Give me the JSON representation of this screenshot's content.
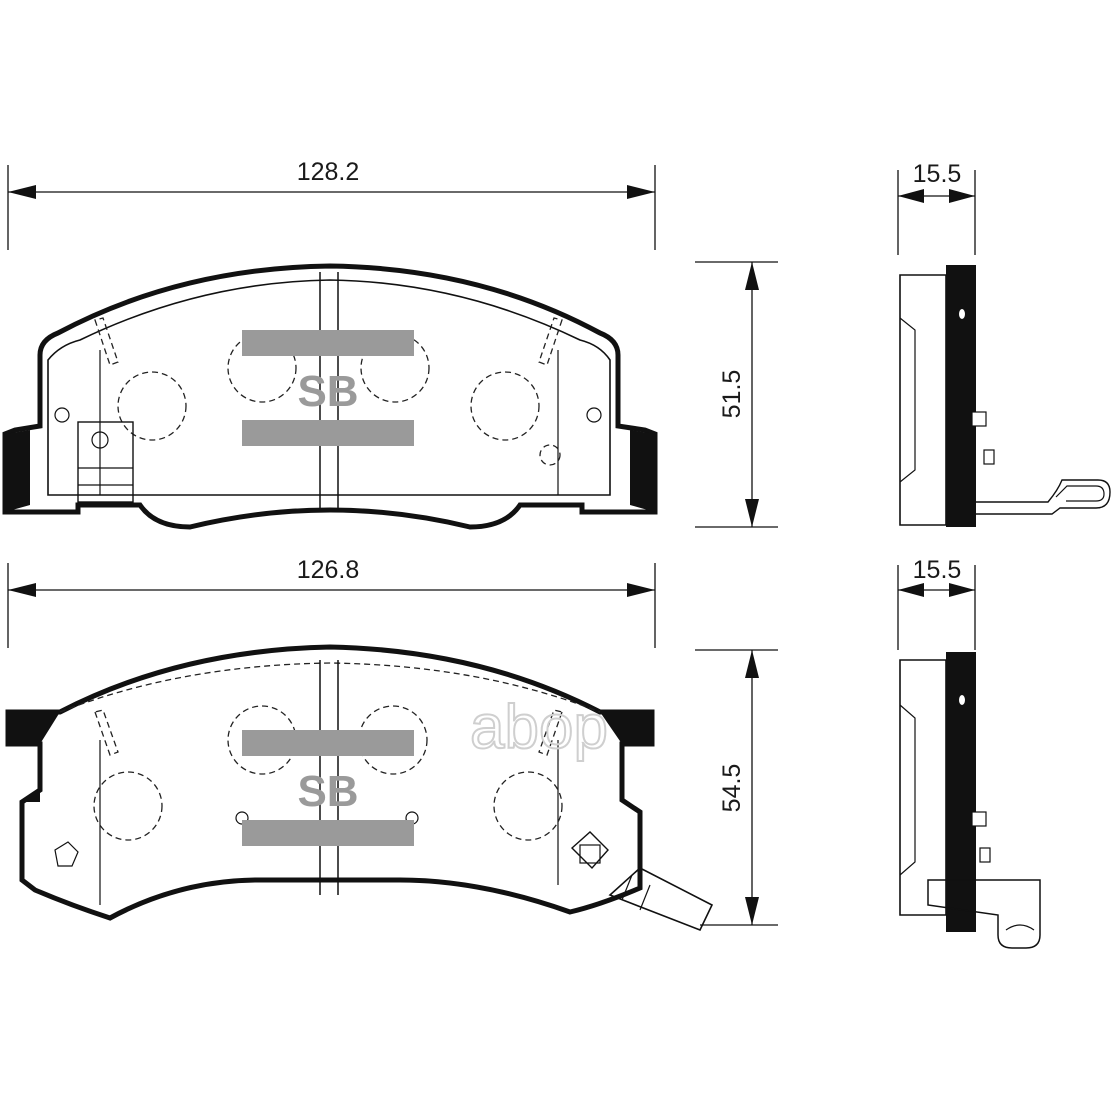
{
  "dimensions": {
    "pad1_width": "128.2",
    "pad1_height": "51.5",
    "pad1_thickness": "15.5",
    "pad2_width": "126.8",
    "pad2_height": "54.5",
    "pad2_thickness": "15.5"
  },
  "logo": {
    "text": "SB"
  },
  "watermark": {
    "text": "abop"
  },
  "side_mark": "0",
  "colors": {
    "line": "#111111",
    "logo": "#9a9a9a",
    "watermark": "#cfcfcf"
  }
}
